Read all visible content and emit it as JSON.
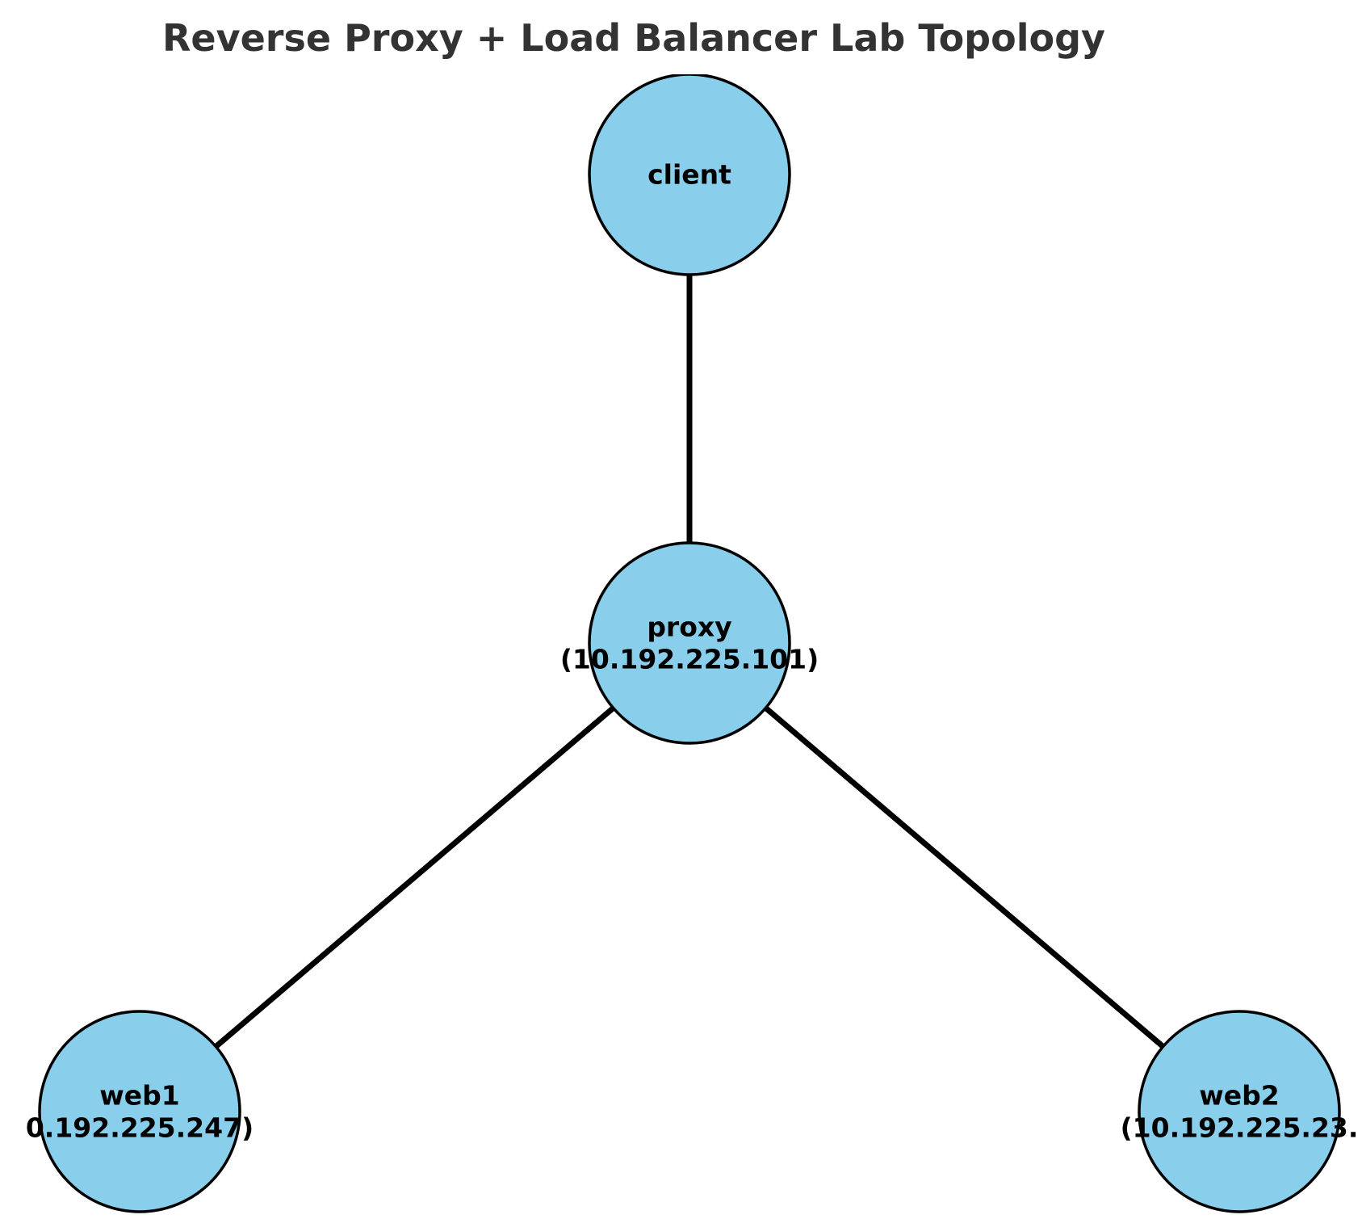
{
  "title": "Reverse Proxy + Load Balancer Lab Topology",
  "colors": {
    "node_fill": "#89CEEA",
    "node_stroke": "#000000",
    "edge": "#000000",
    "title": "#333333"
  },
  "nodes": [
    {
      "id": "client",
      "label_lines": [
        "client"
      ]
    },
    {
      "id": "proxy",
      "label_lines": [
        "proxy",
        "(10.192.225.101)"
      ]
    },
    {
      "id": "web1",
      "label_lines": [
        "web1",
        "0.192.225.247)"
      ]
    },
    {
      "id": "web2",
      "label_lines": [
        "web2",
        "(10.192.225.23."
      ]
    }
  ],
  "edges": [
    {
      "from": "client",
      "to": "proxy"
    },
    {
      "from": "proxy",
      "to": "web1"
    },
    {
      "from": "proxy",
      "to": "web2"
    }
  ]
}
